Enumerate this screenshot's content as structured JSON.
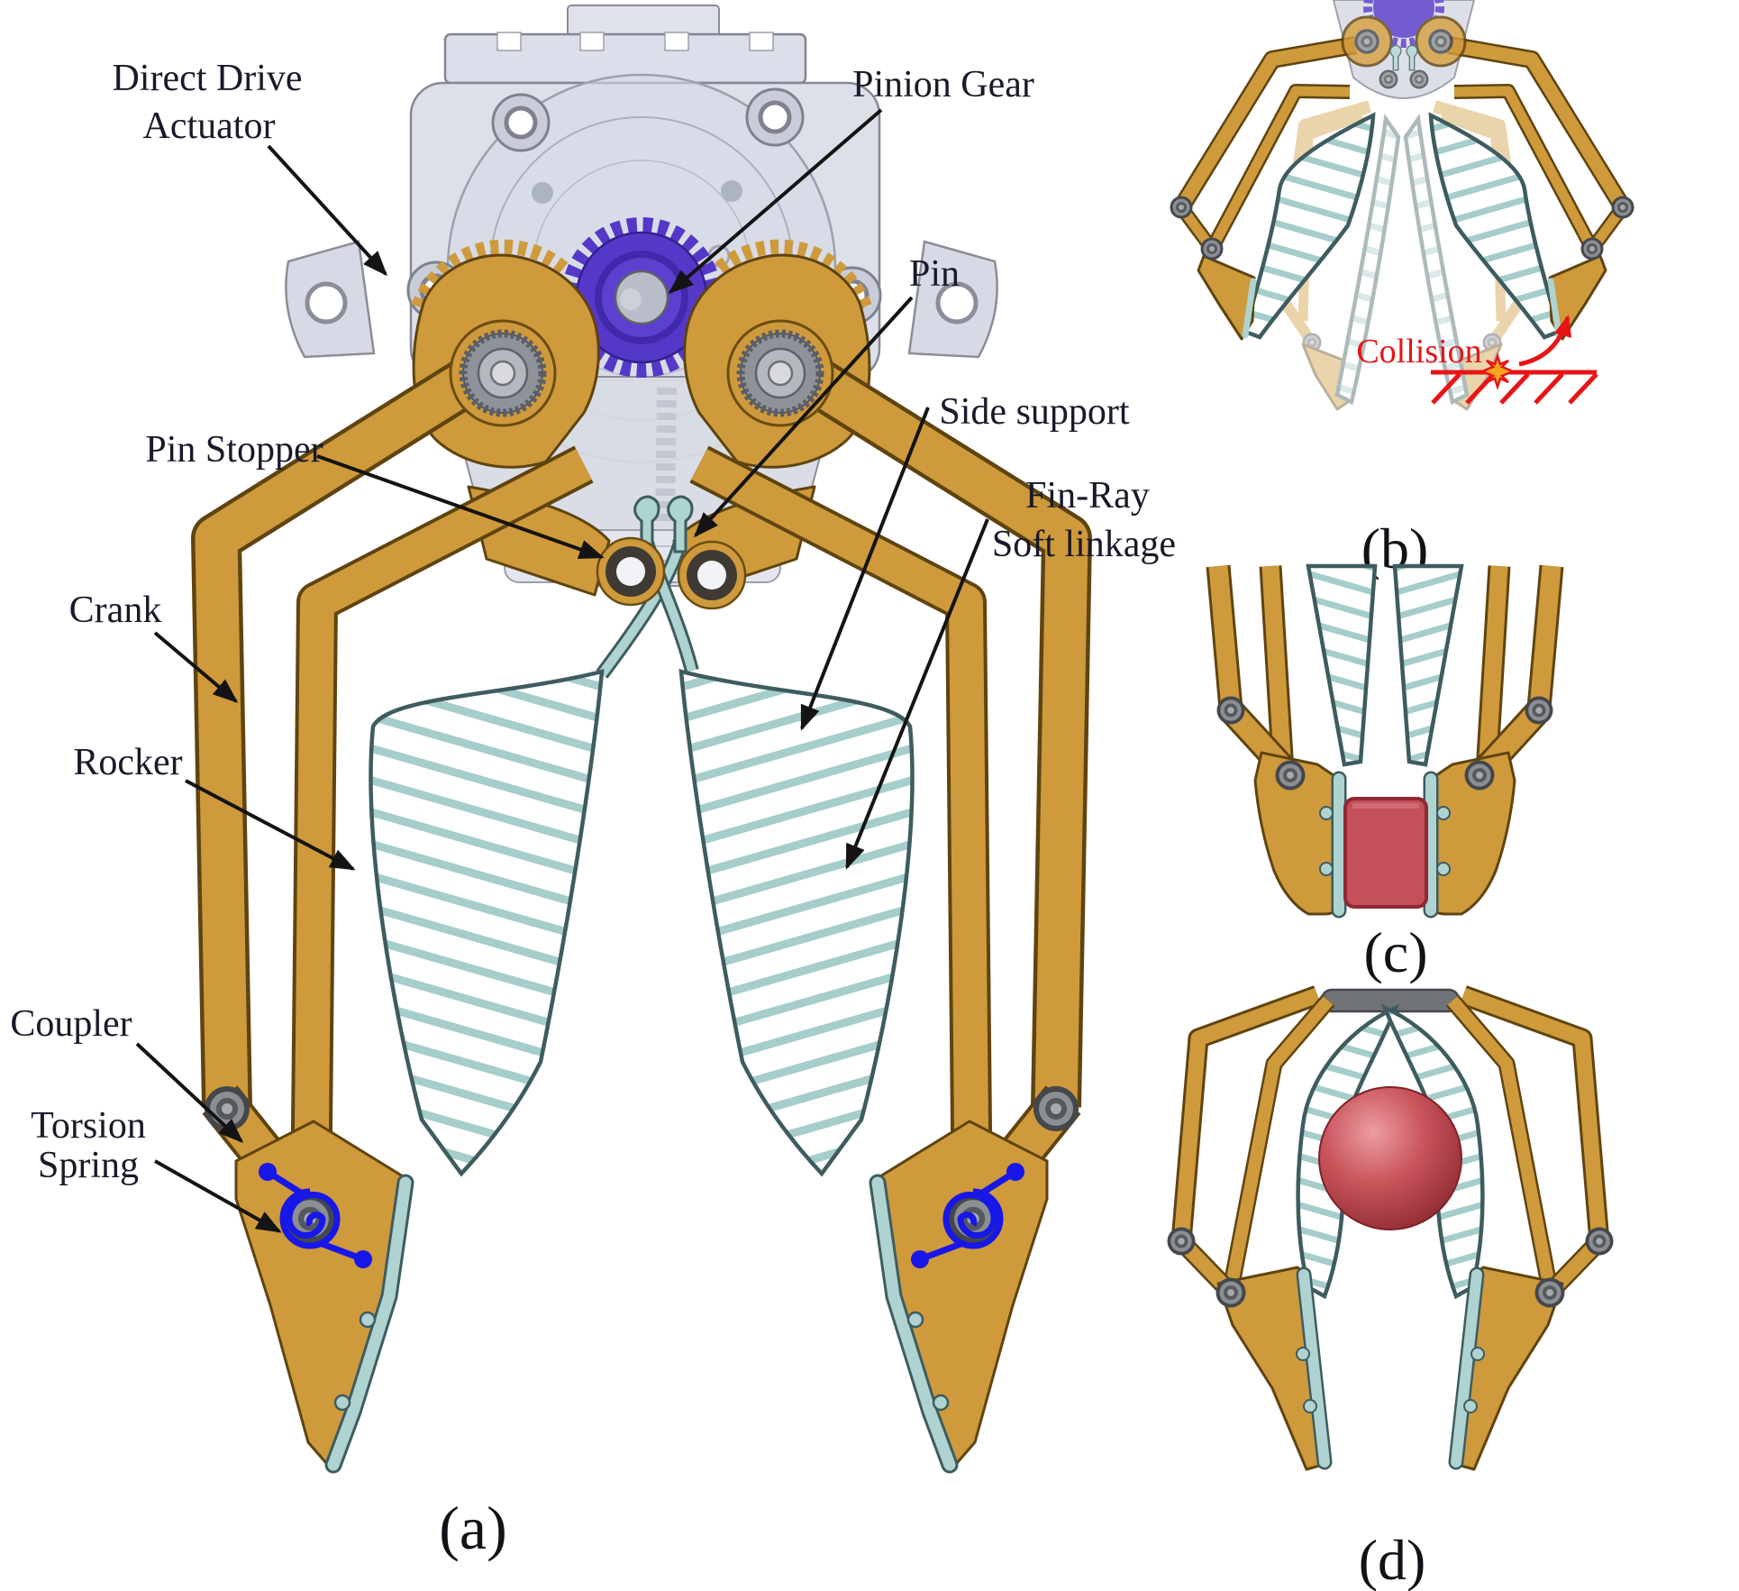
{
  "figure": {
    "panel_a": {
      "caption": "(a)",
      "labels": {
        "direct_drive_1": "Direct Drive",
        "direct_drive_2": "Actuator",
        "pinion_gear": "Pinion Gear",
        "pin": "Pin",
        "pin_stopper": "Pin Stopper",
        "side_support": "Side support",
        "fin_ray_1": "Fin-Ray",
        "fin_ray_2": "Soft linkage",
        "crank": "Crank",
        "rocker": "Rocker",
        "coupler": "Coupler",
        "torsion_spring_1": "Torsion",
        "torsion_spring_2": "Spring"
      }
    },
    "panel_b": {
      "caption": "(b)",
      "collision_label": "Collision"
    },
    "panel_c": {
      "caption": "(c)"
    },
    "panel_d": {
      "caption": "(d)"
    },
    "colors": {
      "linkage_gold": "#cf9a3c",
      "gold_outline": "#5f4410",
      "soft_finger_teal": "#aed3d1",
      "teal_outline": "#3e5c60",
      "pinion_purple": "#5638c8",
      "housing_gray": "#d9dce6",
      "bolt_gray": "#8b8e92",
      "object_red": "#c4505a",
      "collision_red": "#e81416",
      "torsion_spring_blue": "#1717e8",
      "label_ink": "#19192b"
    }
  }
}
